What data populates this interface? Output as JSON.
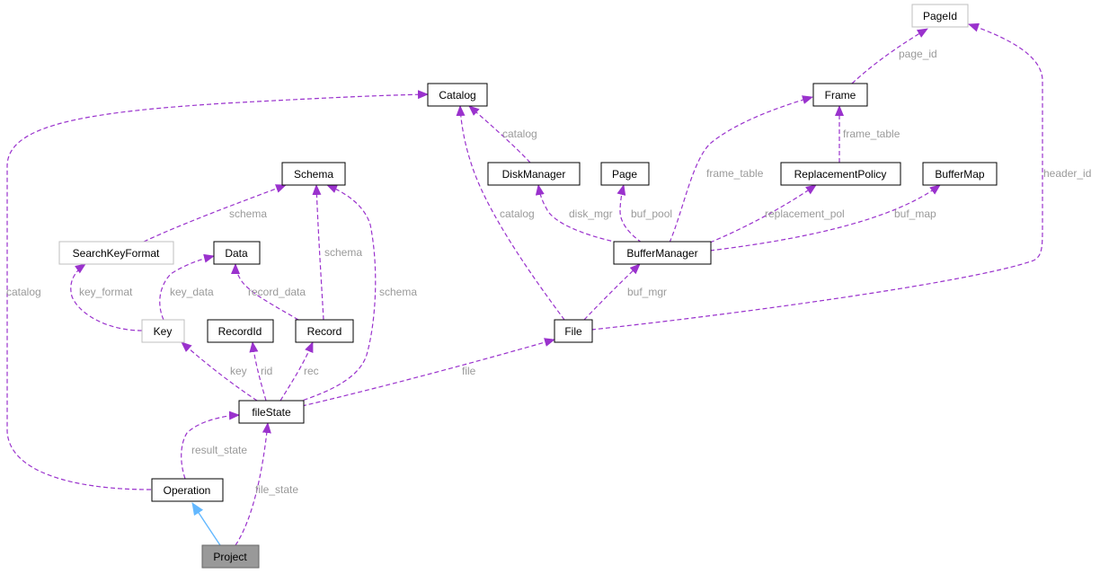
{
  "diagram": {
    "nodes": {
      "pageid": "PageId",
      "catalog": "Catalog",
      "frame": "Frame",
      "schema": "Schema",
      "diskmanager": "DiskManager",
      "page": "Page",
      "replacementpolicy": "ReplacementPolicy",
      "buffermap": "BufferMap",
      "searchkeyformat": "SearchKeyFormat",
      "data": "Data",
      "buffermanager": "BufferManager",
      "key": "Key",
      "recordid": "RecordId",
      "record": "Record",
      "file": "File",
      "filestate": "fileState",
      "operation": "Operation",
      "project": "Project"
    },
    "edges": {
      "page_id": "page_id",
      "catalog_dm": "catalog",
      "frame_table_rp": "frame_table",
      "frame_table_bm": "frame_table",
      "header_id": "header_id",
      "schema_skf": "schema",
      "catalog_file": "catalog",
      "disk_mgr": "disk_mgr",
      "buf_pool": "buf_pool",
      "replacement_pol": "replacement_pol",
      "buf_map": "buf_map",
      "schema_record": "schema",
      "catalog_op": "catalog",
      "key_format": "key_format",
      "key_data": "key_data",
      "record_data": "record_data",
      "schema_fs": "schema",
      "buf_mgr": "buf_mgr",
      "key": "key",
      "rid": "rid",
      "rec": "rec",
      "file": "file",
      "result_state": "result_state",
      "file_state": "file_state"
    },
    "colors": {
      "edge": "#9a32cd",
      "inherit": "#63b8ff",
      "focus_fill": "#999999",
      "label": "#9a9a9a"
    }
  }
}
